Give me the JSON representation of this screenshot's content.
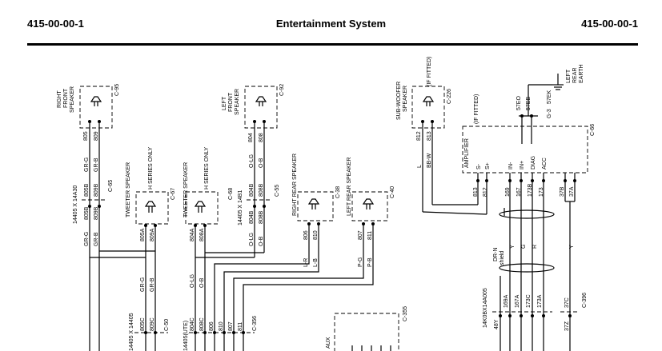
{
  "header": {
    "left": "415-00-00-1",
    "center": "Entertainment System",
    "right": "415-00-00-1"
  },
  "speakers": {
    "right_front": {
      "label": [
        "RIGHT",
        "FRONT",
        "SPEAKER"
      ],
      "conn": "C-95",
      "wires": [
        "805",
        "809"
      ]
    },
    "left_front": {
      "label": [
        "LEFT",
        "FRONT",
        "SPEAKER"
      ],
      "conn": "C-92",
      "wires": [
        "804",
        "808"
      ]
    },
    "subwoofer": {
      "label": [
        "SUB-WOOFER",
        "SPEAKER"
      ],
      "fitted": "(IF FITTED)",
      "conn": "C-226",
      "wires": [
        "812",
        "813"
      ]
    },
    "tweeter_right": {
      "label": "TWEETER SPEAKER",
      "series": "H SERIES ONLY",
      "conn": "C-67",
      "wires": [
        "805A",
        "809A"
      ]
    },
    "tweeter_left": {
      "label": "TWEETER SPEAKER",
      "series": "H SERIES ONLY",
      "conn": "C-68",
      "wires": [
        "804A",
        "808A"
      ]
    },
    "right_rear": {
      "label": "RIGHT REAR SPEAKER",
      "conn": "C-38",
      "wires": [
        "806",
        "810"
      ]
    },
    "left_rear": {
      "label": "LEFT REAR SPEAKER",
      "conn": "C-40",
      "wires": [
        "807",
        "811"
      ]
    }
  },
  "amplifier": {
    "label": "AMPLIFIER",
    "fitted": "(IF FITTED)",
    "conn": "C-66",
    "pins": [
      "S-",
      "S+",
      "IN-",
      "IN+",
      "DIAG",
      "ACC"
    ],
    "wires_top": [
      "813",
      "812",
      "169",
      "167",
      "173B",
      "173",
      "37B",
      "37A"
    ],
    "wires_bottom": [
      "48Y",
      "169A",
      "167A",
      "173C",
      "173A",
      "37C",
      "37Z"
    ],
    "harness": [
      "DR-N",
      "shield",
      "Y",
      "G",
      "R",
      "Y"
    ],
    "splice_label": "14K0BX14A005"
  },
  "earth": {
    "label": [
      "LEFT",
      "REAR",
      "EARTH"
    ],
    "wires": [
      "57EO",
      "57EB",
      "57EK"
    ],
    "id": "G-3"
  },
  "colors": {
    "gr_g": "GR-G",
    "gr_b": "GR-B",
    "o_lg": "O-LG",
    "o_b": "O-B",
    "l_r": "L-R",
    "l_b": "L-B",
    "p_g": "P-G",
    "p_b": "P-B",
    "l": "L",
    "bb_w": "BB-W"
  },
  "splices": {
    "s1": "14405 X 14A30",
    "s2": "14405 X 14B1",
    "b805b": "805B",
    "b809b": "809B",
    "b804b": "804B",
    "b808b": "808B",
    "s65": "C-65",
    "s55": "C-55"
  },
  "bottom": {
    "c50": "C-50",
    "c356": "C-356",
    "c355": "C-355",
    "c396": "C-396",
    "harness1": "14405 X 14405",
    "harness2": "14405(UTE)",
    "wires1": [
      "805C",
      "809C"
    ],
    "wires2": [
      "804C",
      "808C",
      "806",
      "810",
      "807",
      "811"
    ],
    "aux": "AUX"
  }
}
